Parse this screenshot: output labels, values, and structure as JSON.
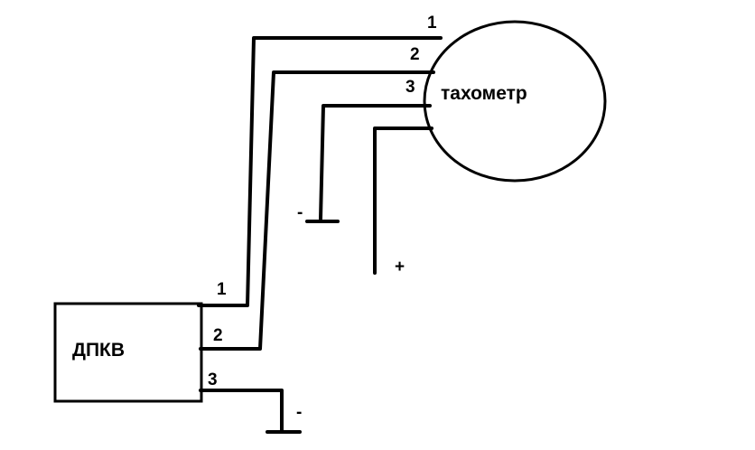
{
  "tachometer": {
    "label": "тахометр",
    "pins": [
      "1",
      "2",
      "3"
    ],
    "ground_label": "-",
    "power_label": "+"
  },
  "sensor": {
    "label": "ДПКВ",
    "pins": [
      "1",
      "2",
      "3"
    ],
    "ground_label": "-"
  }
}
